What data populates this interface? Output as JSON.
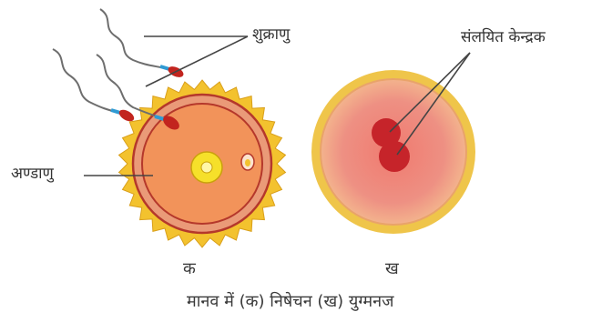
{
  "diagram": {
    "labels": {
      "sperm": "शुक्राणु",
      "ovum": "अण्डाणु",
      "fused_nuclei": "संलयित केन्द्रक"
    },
    "panels": {
      "a": "क",
      "b": "ख"
    },
    "caption": "मानव में (क) निषेचन (ख) युग्मनज",
    "colors": {
      "corona": "#f3c22e",
      "ovum_outer": "#ea9a78",
      "ovum_inner": "#f2935a",
      "membrane_line": "#b5382b",
      "nucleus": "#f6e02a",
      "sperm_head": "#c2241e",
      "sperm_neck": "#2f9ad3",
      "zygote_outer": "#efc54a",
      "zygote_inner": "#ee9083",
      "pronucleus": "#c6242a",
      "leader_line": "#444444"
    }
  }
}
